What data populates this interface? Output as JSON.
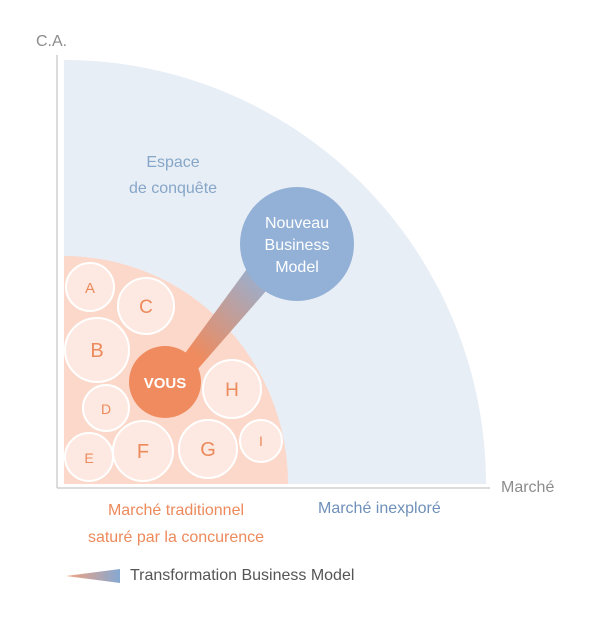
{
  "axes": {
    "y_label": "C.A.",
    "x_label": "Marché"
  },
  "zones": {
    "conquest_line1": "Espace",
    "conquest_line2": "de conquête",
    "traditional_line1": "Marché traditionnel",
    "traditional_line2": "saturé par la concurence",
    "unexplored": "Marché inexploré"
  },
  "new_model": {
    "line1": "Nouveau",
    "line2": "Business",
    "line3": "Model"
  },
  "you": "VOUS",
  "competitors": [
    "A",
    "B",
    "C",
    "D",
    "E",
    "F",
    "G",
    "H",
    "I"
  ],
  "legend": {
    "label": "Transformation Business Model"
  },
  "colors": {
    "blue_area": "#e8eef6",
    "orange_area": "#fbd8c9",
    "competitor_fill": "#fde9e1",
    "competitor_text": "#ec8a5c",
    "you_fill": "#ef8b5e",
    "new_model_fill": "#93b1d6"
  }
}
